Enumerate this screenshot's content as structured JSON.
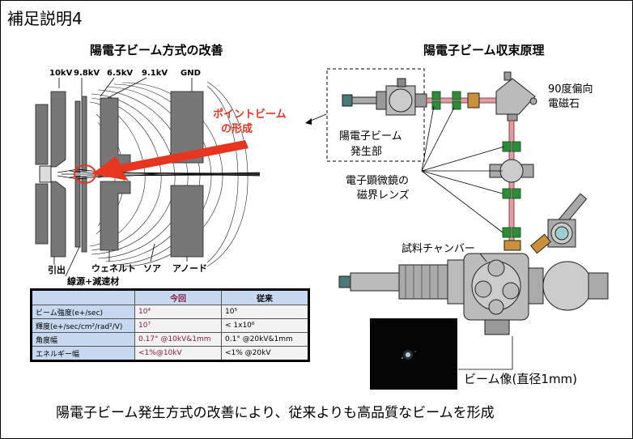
{
  "title": "補足説明4",
  "left_heading": "陽電子ビーム方式の改善",
  "right_heading": "陽電子ビーム収束原理",
  "voltage_labels": [
    "10kV",
    "9.8kV",
    "6.5kV",
    "9.1kV",
    "GND"
  ],
  "point_beam_label": [
    "ポイントビーム",
    "の形成"
  ],
  "electrode_labels": {
    "extract": "引出",
    "wehnelt": "ウェネルト",
    "soa": "ソア",
    "anode": "アノード",
    "source": "線源+減速材"
  },
  "table": {
    "headers": [
      "",
      "今回",
      "従来"
    ],
    "rows": [
      [
        "ビーム強度(e+/sec)",
        "10⁴",
        "10⁵"
      ],
      [
        "輝度(e+/sec/cm²/rad²/V)",
        "10⁷",
        "< 1x10⁶"
      ],
      [
        "角度幅",
        "0.17° @10kV&1mm",
        "0.1° @20kV&1mm"
      ],
      [
        "エネルギー幅",
        "<1%@10kV",
        "<1%  @20kV"
      ]
    ]
  },
  "right_labels": {
    "deflector": [
      "90度偏向",
      "電磁石"
    ],
    "generator": [
      "陽電子ビーム",
      "発生部"
    ],
    "lens": [
      "電子顕微鏡の",
      "磁界レンズ"
    ],
    "chamber": "試料チャンバー",
    "beam_image": "ビーム像(直径1mm)"
  },
  "bottom_text": "陽電子ビーム発生方式の改善により、従来よりも高品質なビームを形成",
  "colors": {
    "accent_red": "#e8351f",
    "table_header": "#c6d9f1",
    "new_value": "#8b1a3c",
    "lens_green": "#2e8b3a"
  }
}
